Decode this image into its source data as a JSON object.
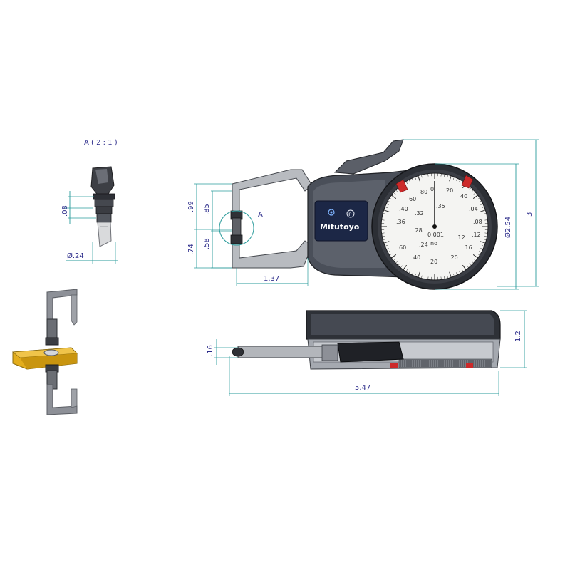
{
  "detail_label": "A ( 2 : 1 )",
  "detail_marker": "A",
  "detail_dims": {
    "height": ".08",
    "diameter": "Ø.24"
  },
  "main_dims": {
    "h99": ".99",
    "h85": ".85",
    "h74": ".74",
    "h58": ".58",
    "width_jaw": "1.37",
    "dial_dia": "Ø2.54",
    "total_h": "3",
    "side_h": "1.2",
    "side_small": ".16",
    "length": "5.47"
  },
  "brand": {
    "name": "Mitutoyo",
    "badge": "IP"
  },
  "dial": {
    "outer_numbers": [
      "0",
      "20",
      "40",
      "60",
      "80",
      "40",
      "20"
    ],
    "inner_numbers": [
      ".40",
      ".04",
      ".08",
      ".12",
      ".16",
      ".20",
      ".24",
      ".28",
      ".32",
      ".36"
    ]
  },
  "colors": {
    "dimension": "#2a9b9b",
    "text": "#2b2b8a",
    "body": "#4a4f59",
    "block": "#e3ad1c"
  }
}
